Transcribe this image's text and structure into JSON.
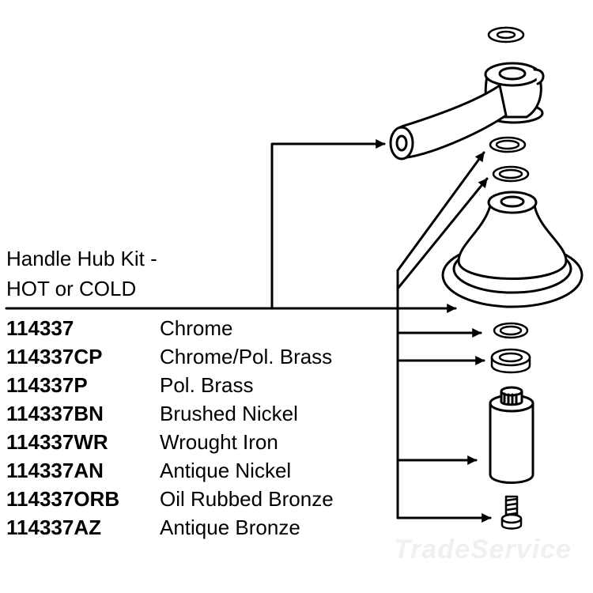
{
  "kit": {
    "title_line1": "Handle Hub Kit -",
    "title_line2": "HOT or COLD"
  },
  "parts": [
    {
      "number": "114337",
      "finish": "Chrome"
    },
    {
      "number": "114337CP",
      "finish": "Chrome/Pol. Brass"
    },
    {
      "number": "114337P",
      "finish": "Pol. Brass"
    },
    {
      "number": "114337BN",
      "finish": "Brushed Nickel"
    },
    {
      "number": "114337WR",
      "finish": "Wrought Iron"
    },
    {
      "number": "114337AN",
      "finish": "Antique Nickel"
    },
    {
      "number": "114337ORB",
      "finish": "Oil Rubbed Bronze"
    },
    {
      "number": "114337AZ",
      "finish": "Antique Bronze"
    }
  ],
  "watermark": "TradeService",
  "colors": {
    "line": "#000000",
    "part_fill": "#ffffff"
  }
}
